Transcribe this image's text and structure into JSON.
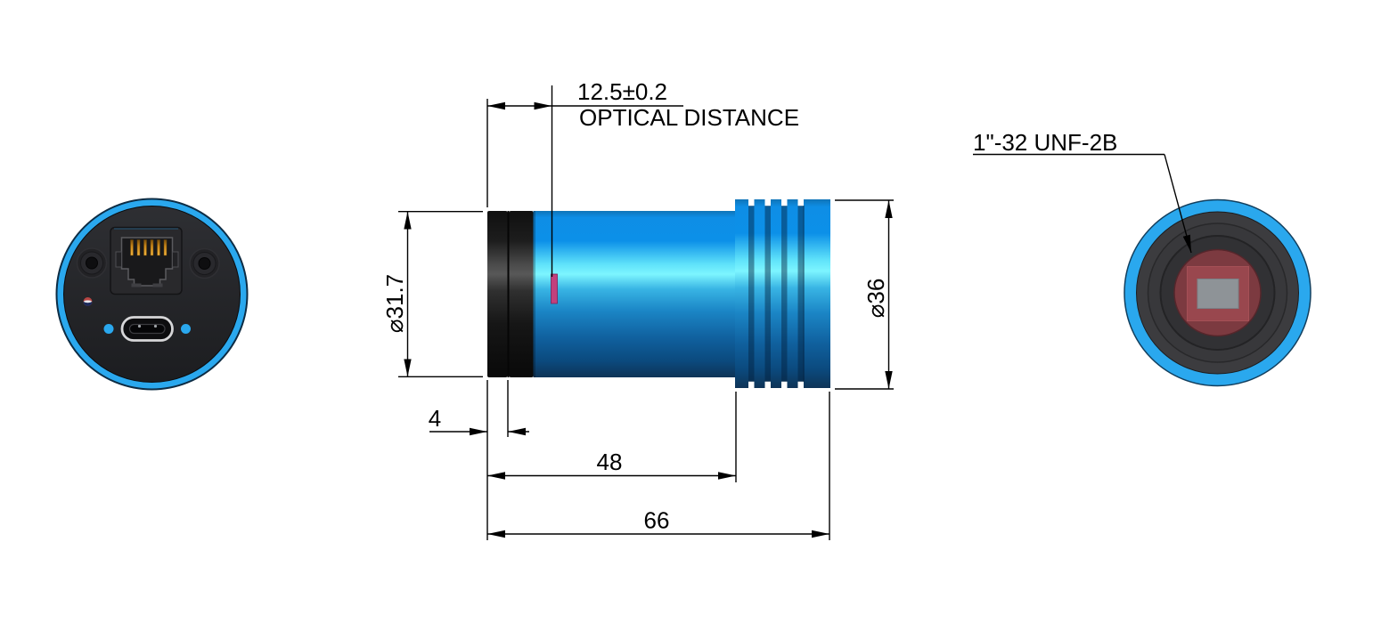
{
  "drawing": {
    "type": "technical-dimension-drawing",
    "views": [
      "rear-connector-view",
      "side-profile-view",
      "front-sensor-view"
    ]
  },
  "colors": {
    "accent_blue": "#2aa8ee",
    "body_highlight": "#7df5ff",
    "sensor_marker_magenta": "#c2407c",
    "sensor_window_red": "#7c3a40",
    "line": "#000000"
  },
  "dimensions": {
    "optical_distance": {
      "value": "12.5±0.2",
      "label": "OPTICAL DISTANCE"
    },
    "front_ring_diameter": {
      "value": "⌀31.7"
    },
    "heatsink_diameter": {
      "value": "⌀36"
    },
    "front_ring_length": {
      "value": "4"
    },
    "body_length": {
      "value": "48"
    },
    "overall_length": {
      "value": "66"
    },
    "thread": {
      "value": "1\"-32 UNF-2B"
    }
  }
}
